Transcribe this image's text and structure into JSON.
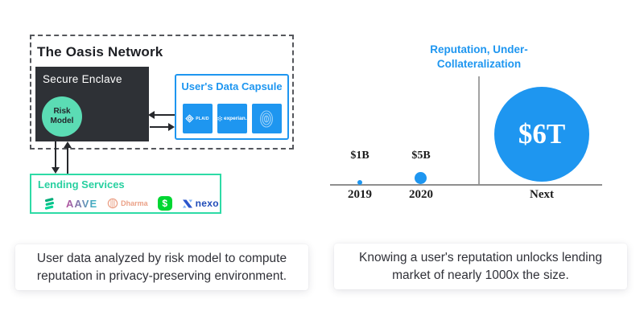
{
  "colors": {
    "blue": "#1e96f0",
    "teal_circle": "#5bdcb4",
    "mint_border": "#2edba6",
    "enclave_dark": "#2e3136",
    "cash_green": "#00d632",
    "compound_green": "#00d395",
    "dharma_peach": "#eba187",
    "nexo_blue": "#1f4bb8"
  },
  "oasis": {
    "title": "The Oasis Network",
    "enclave": {
      "title": "Secure Enclave",
      "risk_model": "Risk Model"
    },
    "capsule": {
      "title": "User's Data Capsule",
      "plaid": "PLAID",
      "experian": "experian."
    },
    "lending": {
      "title": "Lending Services",
      "aave": "AAVE",
      "dharma": "Dharma",
      "cashapp_symbol": "$",
      "nexo": "nexo"
    }
  },
  "chart": {
    "title_line1": "Reputation, Under-",
    "title_line2": "Collateralization",
    "bubbles": [
      {
        "value": "$1B",
        "x": "2019"
      },
      {
        "value": "$5B",
        "x": "2020"
      },
      {
        "value": "$6T",
        "x": "Next"
      }
    ]
  },
  "chart_data": {
    "type": "scatter",
    "subtype": "bubble",
    "title": "Reputation, Under-Collateralization",
    "categories": [
      "2019",
      "2020",
      "Next"
    ],
    "values": [
      1,
      5,
      6000
    ],
    "value_unit": "USD billions",
    "value_labels": [
      "$1B",
      "$5B",
      "$6T"
    ],
    "legend": "none",
    "notes": "Bubble size encodes lending market size; vertical divider separates 2019/2020 history from the Next-era $6T bubble which holds its label inside."
  },
  "captions": {
    "left": {
      "line1": "User data analyzed by risk model to compute",
      "line2": "reputation in privacy-preserving environment."
    },
    "right": {
      "line1": "Knowing a user's reputation unlocks lending",
      "line2": "market of nearly 1000x the size."
    }
  }
}
